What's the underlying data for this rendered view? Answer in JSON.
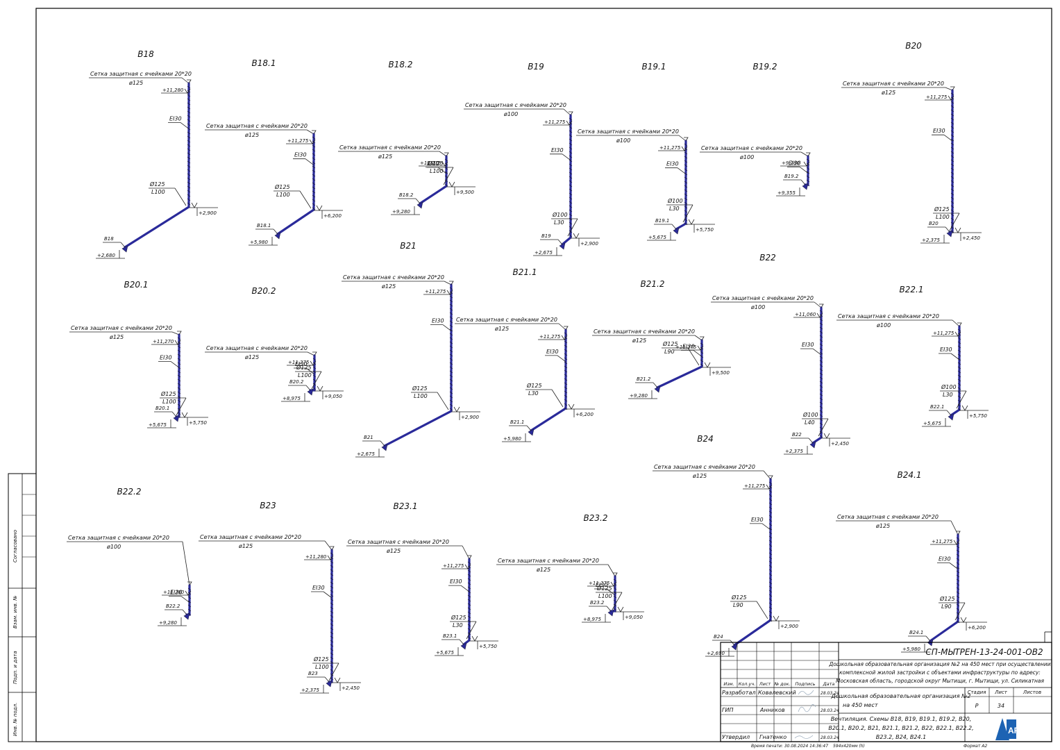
{
  "net_label": "Сетка защитная с ячейками 20*20",
  "fire_label": "EI30",
  "schemes": [
    {
      "title": "B18",
      "diam": "ø125",
      "top": "+11,280",
      "bottom": "+2,680",
      "base": "+2,900",
      "diamLen": "Ø125",
      "len": "L100",
      "tag": "B18"
    },
    {
      "title": "B18.1",
      "diam": "ø125",
      "top": "+11,275",
      "bottom": "+5,980",
      "base": "+6,200",
      "diamLen": "Ø125",
      "len": "L100",
      "tag": "B18.1"
    },
    {
      "title": "B18.2",
      "diam": "ø125",
      "top": "+11,275",
      "bottom": "+9,280",
      "base": "+9,500",
      "diamLen": "Ø125",
      "len": "L100",
      "tag": "B18.2"
    },
    {
      "title": "B19",
      "diam": "ø100",
      "top": "+11,275",
      "bottom": "+2,675",
      "base": "+2,900",
      "diamLen": "Ø100",
      "len": "L30",
      "tag": "B19"
    },
    {
      "title": "B19.1",
      "diam": "ø100",
      "top": "+11,275",
      "bottom": "+5,675",
      "base": "+5,750",
      "diamLen": "Ø100",
      "len": "L30",
      "tag": "B19.1"
    },
    {
      "title": "B19.2",
      "diam": "ø100",
      "top": "+9,280",
      "bottom": "+9,355",
      "base": "",
      "diamLen": "",
      "len": "",
      "tag": "B19.2"
    },
    {
      "title": "B20",
      "diam": "ø125",
      "top": "+11,275",
      "bottom": "+2,375",
      "base": "+2,450",
      "diamLen": "Ø125",
      "len": "L100",
      "tag": "B20"
    },
    {
      "title": "B20.1",
      "diam": "ø125",
      "top": "+11,270",
      "bottom": "+5,675",
      "base": "+5,750",
      "diamLen": "Ø125",
      "len": "L100",
      "tag": "B20.1"
    },
    {
      "title": "B20.2",
      "diam": "ø125",
      "top": "+11,275",
      "bottom": "+8,975",
      "base": "+9,050",
      "diamLen": "Ø125",
      "len": "L100",
      "tag": "B20.2"
    },
    {
      "title": "B21",
      "diam": "ø125",
      "top": "+11,275",
      "bottom": "+2,675",
      "base": "+2,900",
      "diamLen": "Ø125",
      "len": "L100",
      "tag": "B21"
    },
    {
      "title": "B21.1",
      "diam": "ø125",
      "top": "+11,275",
      "bottom": "+5,980",
      "base": "+6,200",
      "diamLen": "Ø125",
      "len": "L30",
      "tag": "B21.1"
    },
    {
      "title": "B21.2",
      "diam": "ø125",
      "top": "+11,275",
      "bottom": "+9,280",
      "base": "+9,500",
      "diamLen": "Ø125",
      "len": "L90",
      "tag": "B21.2"
    },
    {
      "title": "B22",
      "diam": "ø100",
      "top": "+11,060",
      "bottom": "+2,375",
      "base": "+2,450",
      "diamLen": "Ø100",
      "len": "L40",
      "tag": "B22"
    },
    {
      "title": "B22.1",
      "diam": "ø100",
      "top": "+11,275",
      "bottom": "+5,675",
      "base": "+5,750",
      "diamLen": "Ø100",
      "len": "L30",
      "tag": "B22.1"
    },
    {
      "title": "B22.2",
      "diam": "ø100",
      "top": "+11,280",
      "bottom": "+9,280",
      "base": "",
      "diamLen": "",
      "len": "",
      "tag": "B22.2"
    },
    {
      "title": "B23",
      "diam": "ø125",
      "top": "+11,280",
      "bottom": "+2,375",
      "base": "+2,450",
      "diamLen": "Ø125",
      "len": "L100",
      "tag": "B23"
    },
    {
      "title": "B23.1",
      "diam": "ø125",
      "top": "+11,275",
      "bottom": "+5,675",
      "base": "+5,750",
      "diamLen": "Ø125",
      "len": "L30",
      "tag": "B23.1"
    },
    {
      "title": "B23.2",
      "diam": "ø125",
      "top": "+11,275",
      "bottom": "+8,975",
      "base": "+9,050",
      "diamLen": "Ø125",
      "len": "L100",
      "tag": "B23.2"
    },
    {
      "title": "B24",
      "diam": "ø125",
      "top": "+11,275",
      "bottom": "+2,690",
      "base": "+2,900",
      "diamLen": "Ø125",
      "len": "L90",
      "tag": "B24"
    },
    {
      "title": "B24.1",
      "diam": "ø125",
      "top": "+11,275",
      "bottom": "+5,980",
      "base": "+6,200",
      "diamLen": "Ø125",
      "len": "L90",
      "tag": "B24.1"
    }
  ],
  "side_stamps": [
    "Согласовано",
    "Взам. инв. №",
    "Подп. и дата",
    "Инв. № подл."
  ],
  "titleblock": {
    "code": "СП-МЫТРЕН-13-24-001-ОВ2",
    "desc1": "Дошкольная образовательная организация №2 на 450 мест при осуществлении",
    "desc2": "комплексной жилой застройки с объектами инфраструктуры по адресу:",
    "desc3": "Московская область, городской округ Мытищи, г. Мытищи, ул. Силикатная",
    "h_izm": "Изм.",
    "h_koluch": "Кол.уч.",
    "h_list": "Лист",
    "h_ndok": "№ док.",
    "h_podp": "Подпись",
    "h_data": "Дата",
    "r1_role": "Разработал",
    "r1_name": "Ковалевский",
    "r1_date": "28.03.24",
    "r2_role": "ГИП",
    "r2_name": "Анников",
    "r2_date": "28.03.24",
    "r3_role": "Утвердил",
    "r3_name": "Гнатенко",
    "r3_date": "28.03.24",
    "obj1": "Дошкольная образовательная организация №2",
    "obj2": "на 450 мест",
    "stage_h": "Стадия",
    "sheet_h": "Лист",
    "sheets_h": "Листов",
    "stage": "Р",
    "sheet": "34",
    "sheets": "",
    "draw1": "Вентиляция. Схемы В18, В19, В19.1, В19.2, В20,",
    "draw2": "В20.1, В20.2, В21, В21.1, В21.2, В22, В22.1, В22.2,",
    "draw3": "В23.2, В24, В24.1",
    "logo": "AF",
    "print_time": "Время печати: 30.08.2024 14:36:47",
    "paper": "594x420мм (h)",
    "format": "Формат А2"
  }
}
